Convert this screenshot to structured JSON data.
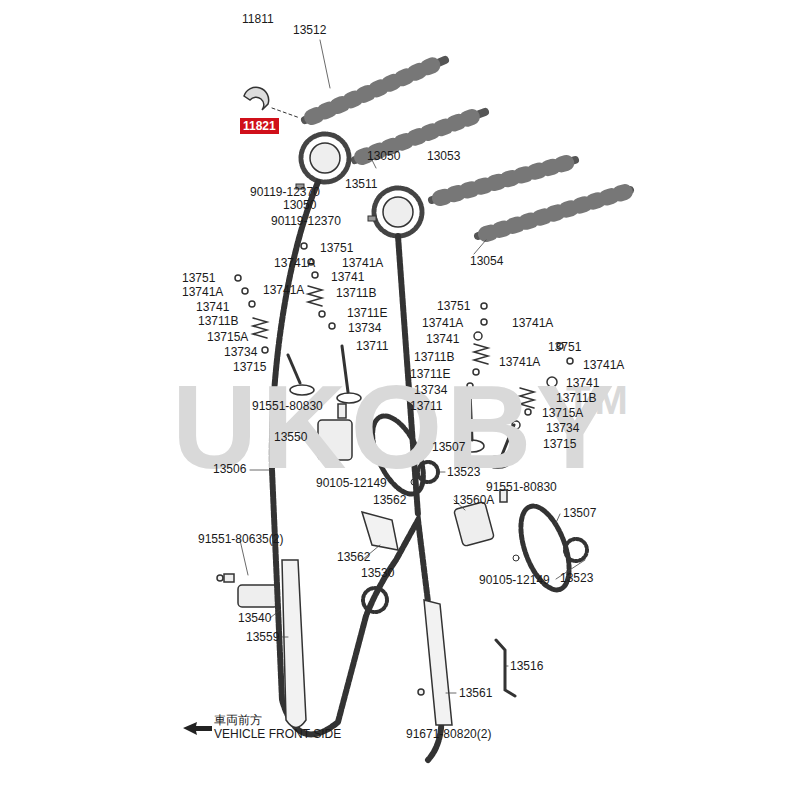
{
  "diagram": {
    "nodes": [
      {
        "text": [
          "11821"
        ]
      }
    ],
    "labels": [
      "11811",
      "13512",
      "13050",
      "13053",
      "13511",
      "90119-12370",
      "13050",
      "90119-12370",
      "13054",
      "13751",
      "13741A",
      "13741A",
      "13741",
      "13751",
      "13741A",
      "13741A",
      "13711B",
      "13741",
      "13751",
      "13711E",
      "13741A",
      "13741A",
      "13711B",
      "13734",
      "13715A",
      "13741",
      "13751",
      "13711",
      "13734",
      "13711B",
      "13741A",
      "13741A",
      "13715",
      "13711E",
      "13741",
      "13734",
      "13711B",
      "91551-80830",
      "13711",
      "13715A",
      "13734",
      "13550",
      "13507",
      "13715",
      "13506",
      "13523",
      "90105-12149",
      "91551-80830",
      "13562",
      "13560A",
      "13507",
      "91551-80635(2)",
      "13562",
      "13530",
      "90105-12149",
      "13523",
      "13540",
      "13559",
      "13516",
      "13561",
      "車両前方",
      "VEHICLE FRONT SIDE",
      "91671-80820(2)",
      "UKOBY",
      "TM"
    ]
  }
}
